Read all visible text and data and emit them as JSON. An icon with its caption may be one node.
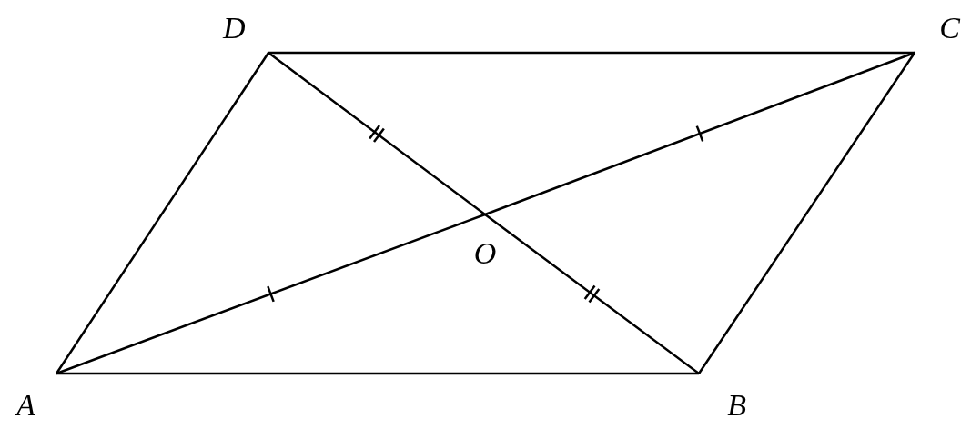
{
  "diagram": {
    "nodes": [
      {
        "text": [
          "A"
        ]
      },
      {
        "text": [
          "B"
        ]
      },
      {
        "text": [
          "C"
        ]
      },
      {
        "text": [
          "D"
        ]
      },
      {
        "text": [
          "O"
        ]
      }
    ],
    "edges": [
      {
        "from": 0,
        "to": 1,
        "arrow": "none"
      },
      {
        "from": 1,
        "to": 2,
        "arrow": "none"
      },
      {
        "from": 2,
        "to": 3,
        "arrow": "none"
      },
      {
        "from": 3,
        "to": 0,
        "arrow": "none"
      },
      {
        "from": 0,
        "to": 4,
        "arrow": "none"
      },
      {
        "from": 4,
        "to": 2,
        "arrow": "none"
      },
      {
        "from": 3,
        "to": 4,
        "arrow": "none"
      },
      {
        "from": 4,
        "to": 1,
        "arrow": "none"
      }
    ]
  }
}
